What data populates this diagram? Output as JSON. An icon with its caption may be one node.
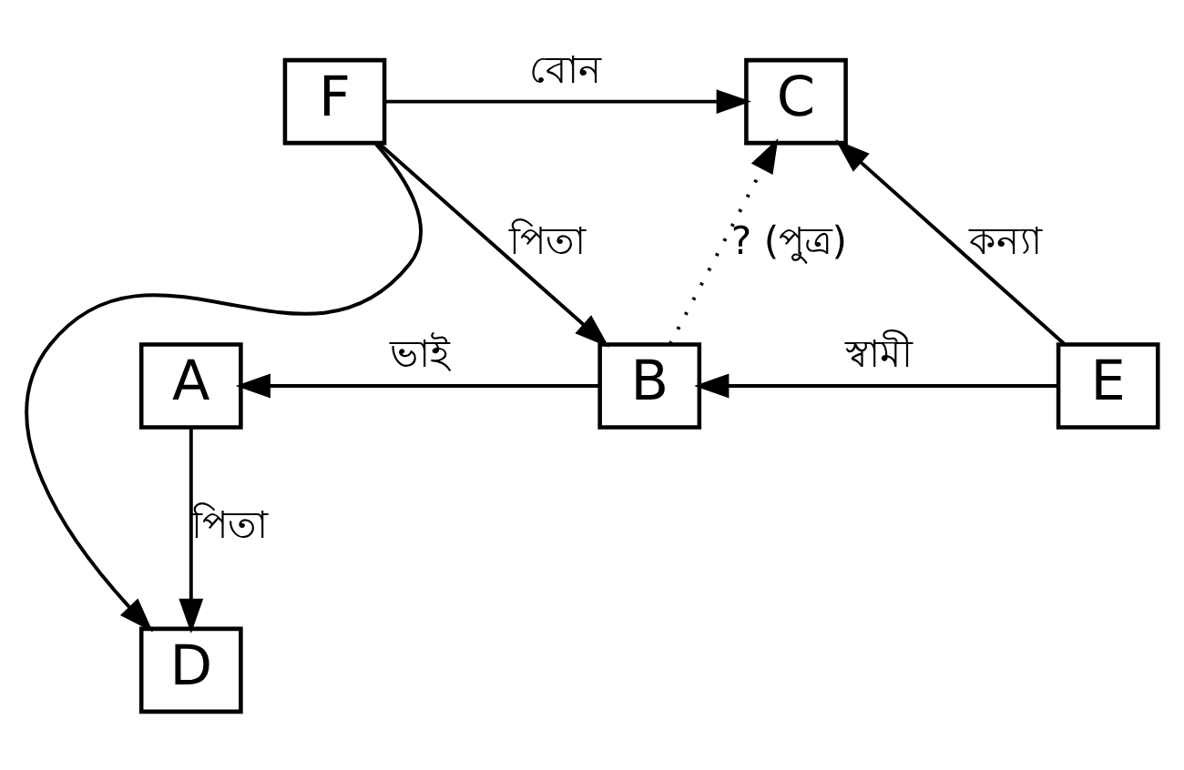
{
  "diagram": {
    "nodes": [
      {
        "text": [
          "F"
        ]
      },
      {
        "text": [
          "C"
        ]
      },
      {
        "text": [
          "A"
        ]
      },
      {
        "text": [
          "B"
        ]
      },
      {
        "text": [
          "E"
        ]
      },
      {
        "text": [
          "D"
        ]
      }
    ],
    "edges": [
      {
        "from": 0,
        "to": 1,
        "arrow": "to",
        "label": "বোন"
      },
      {
        "from": 0,
        "to": 3,
        "arrow": "to",
        "label": "পিতা"
      },
      {
        "from": 3,
        "to": 1,
        "arrow": "to",
        "label": "? (পুত্র)",
        "style": "dashed"
      },
      {
        "from": 3,
        "to": 2,
        "arrow": "to",
        "label": "ভাই"
      },
      {
        "from": 4,
        "to": 3,
        "arrow": "to",
        "label": "স্বামী"
      },
      {
        "from": 4,
        "to": 1,
        "arrow": "to",
        "label": "কন্যা"
      },
      {
        "from": 2,
        "to": 5,
        "arrow": "to",
        "label": "পিতা"
      },
      {
        "from": 0,
        "to": 5,
        "arrow": "to"
      }
    ]
  }
}
